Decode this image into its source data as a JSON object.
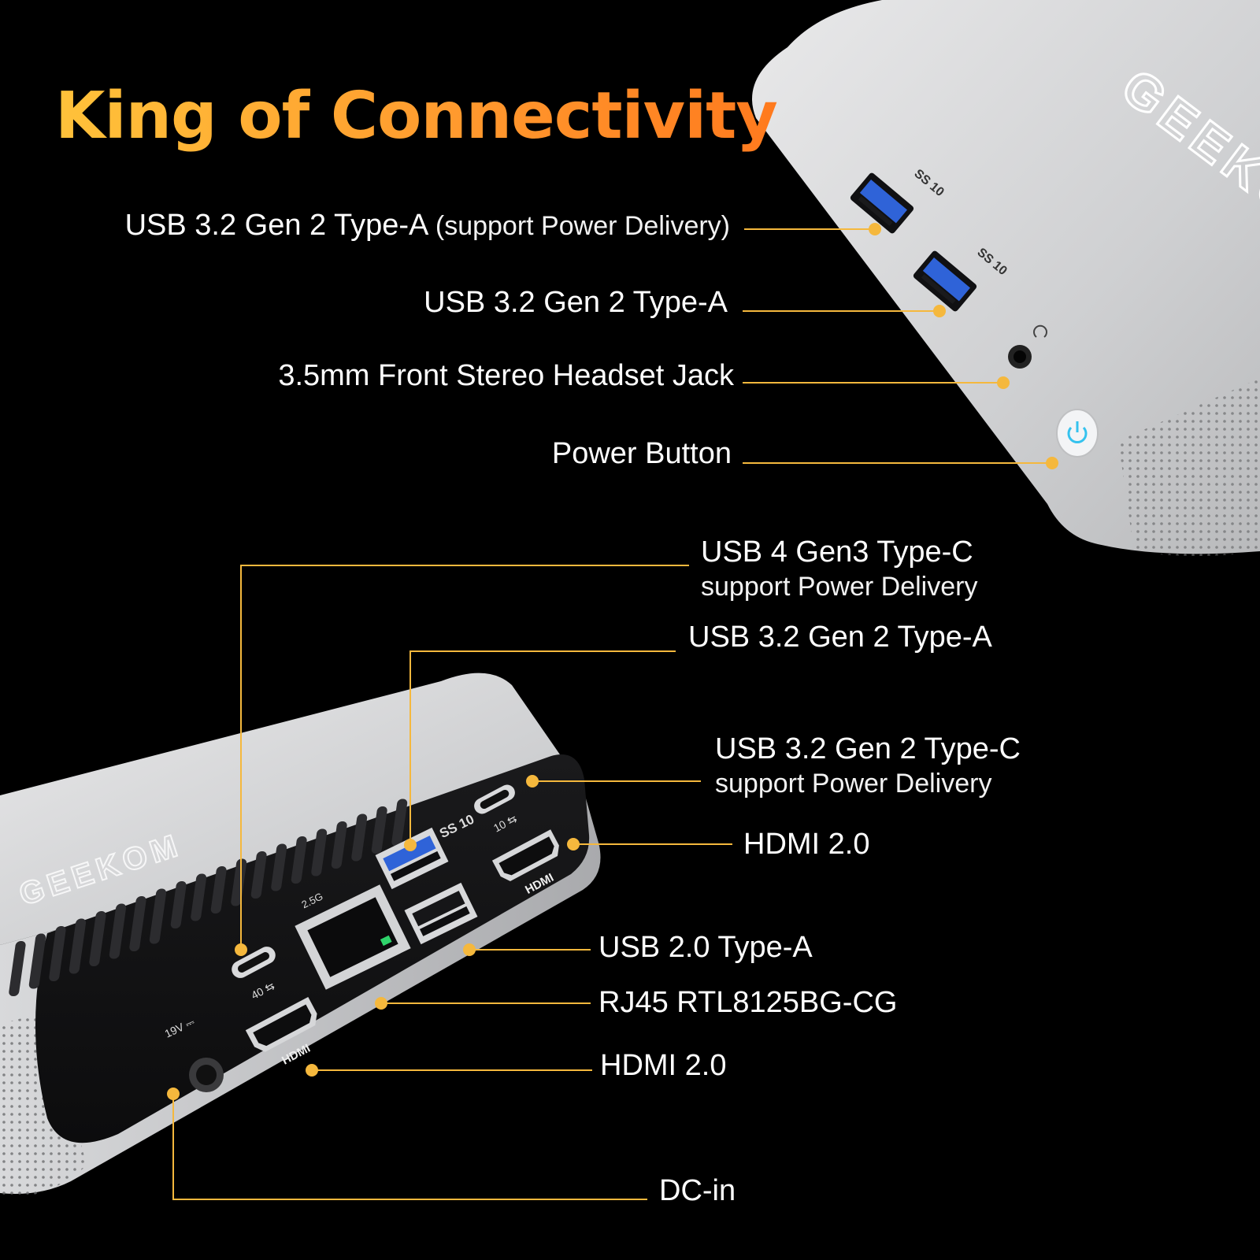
{
  "title": "King of Connectivity",
  "accent_color": "#f5b83d",
  "front_ports": [
    {
      "main": "USB 3.2 Gen 2 Type-A",
      "sub": "(support Power Delivery)"
    },
    {
      "main": "USB 3.2 Gen 2 Type-A"
    },
    {
      "main": "3.5mm Front Stereo Headset Jack"
    },
    {
      "main": "Power Button"
    }
  ],
  "rear_ports": [
    {
      "main": "USB 4 Gen3 Type-C",
      "sub": "support Power Delivery"
    },
    {
      "main": "USB 3.2 Gen 2 Type-A"
    },
    {
      "main": "USB 3.2 Gen 2 Type-C",
      "sub": "support Power Delivery"
    },
    {
      "main": "HDMI 2.0"
    },
    {
      "main": "USB 2.0 Type-A"
    },
    {
      "main": "RJ45 RTL8125BG-CG"
    },
    {
      "main": "HDMI 2.0"
    },
    {
      "main": "DC-in"
    }
  ],
  "device_markings": {
    "brand": "GEEKOM",
    "hdmi": "HDMI",
    "usb_ss": "SS",
    "usb_ss_speed": "10",
    "usb4_speed": "40",
    "lan_speed": "2.5G",
    "dc_voltage": "19V"
  }
}
